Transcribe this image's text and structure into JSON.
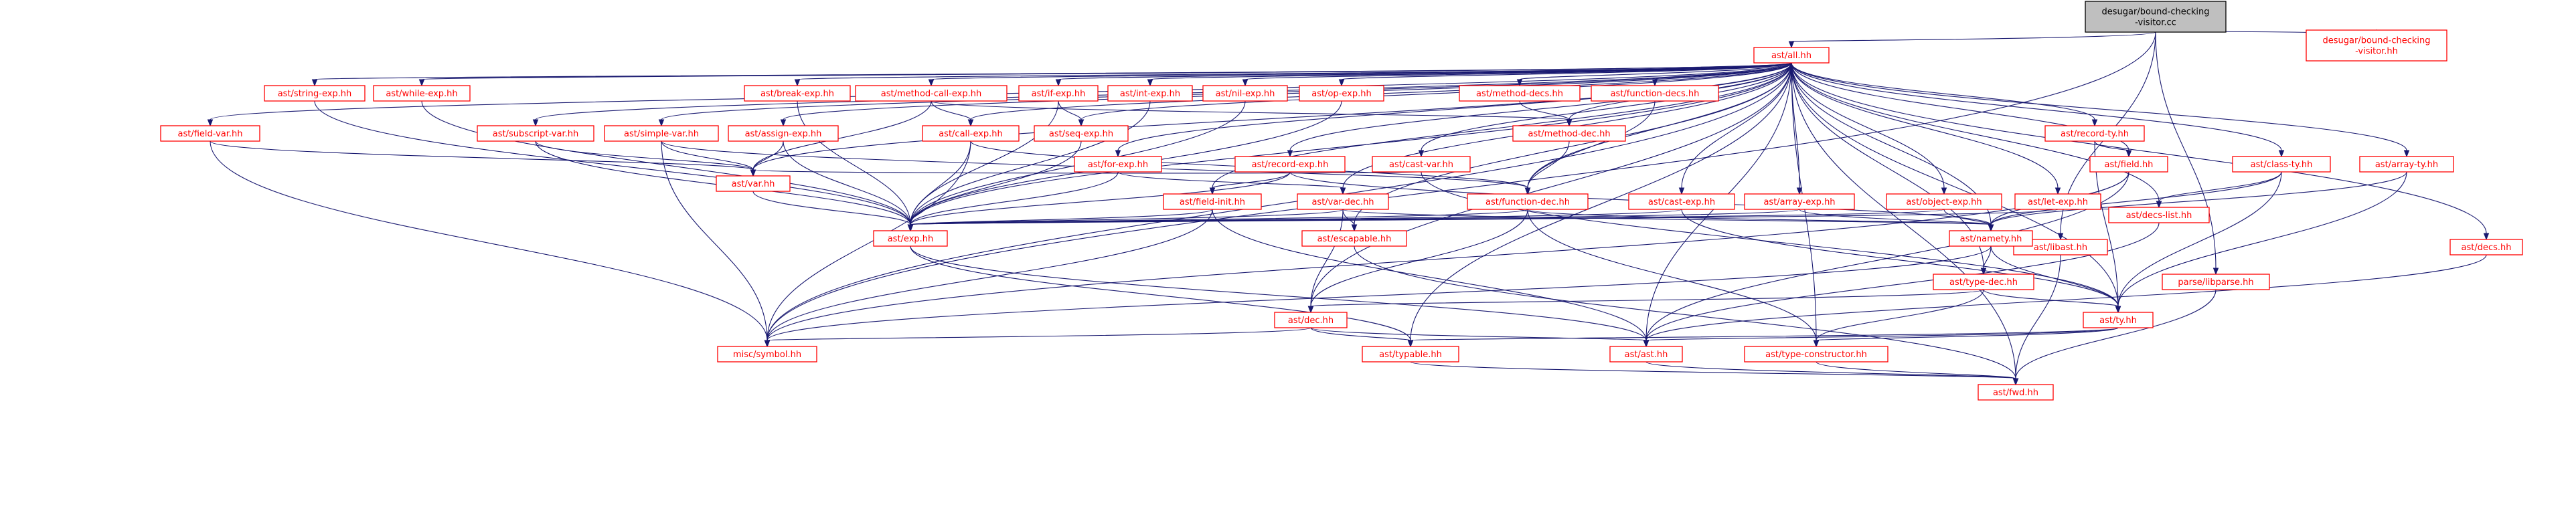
{
  "graph": {
    "nodes": [
      {
        "id": "root",
        "lines": [
          "desugar/bound-checking",
          "-visitor.cc"
        ],
        "root": true
      },
      {
        "id": "all",
        "lines": [
          "ast/all.hh"
        ]
      },
      {
        "id": "dbcv",
        "lines": [
          "desugar/bound-checking",
          "-visitor.hh"
        ]
      },
      {
        "id": "libast",
        "lines": [
          "ast/libast.hh"
        ]
      },
      {
        "id": "libparse",
        "lines": [
          "parse/libparse.hh"
        ]
      },
      {
        "id": "string_exp",
        "lines": [
          "ast/string-exp.hh"
        ]
      },
      {
        "id": "while_exp",
        "lines": [
          "ast/while-exp.hh"
        ]
      },
      {
        "id": "subscript_var",
        "lines": [
          "ast/subscript-var.hh"
        ]
      },
      {
        "id": "simple_var",
        "lines": [
          "ast/simple-var.hh"
        ]
      },
      {
        "id": "assign_exp",
        "lines": [
          "ast/assign-exp.hh"
        ]
      },
      {
        "id": "break_exp",
        "lines": [
          "ast/break-exp.hh"
        ]
      },
      {
        "id": "method_call_exp",
        "lines": [
          "ast/method-call-exp.hh"
        ]
      },
      {
        "id": "if_exp",
        "lines": [
          "ast/if-exp.hh"
        ]
      },
      {
        "id": "int_exp",
        "lines": [
          "ast/int-exp.hh"
        ]
      },
      {
        "id": "nil_exp",
        "lines": [
          "ast/nil-exp.hh"
        ]
      },
      {
        "id": "op_exp",
        "lines": [
          "ast/op-exp.hh"
        ]
      },
      {
        "id": "method_decs",
        "lines": [
          "ast/method-decs.hh"
        ]
      },
      {
        "id": "function_decs",
        "lines": [
          "ast/function-decs.hh"
        ]
      },
      {
        "id": "field_var",
        "lines": [
          "ast/field-var.hh"
        ]
      },
      {
        "id": "call_exp",
        "lines": [
          "ast/call-exp.hh"
        ]
      },
      {
        "id": "seq_exp",
        "lines": [
          "ast/seq-exp.hh"
        ]
      },
      {
        "id": "for_exp",
        "lines": [
          "ast/for-exp.hh"
        ]
      },
      {
        "id": "record_exp",
        "lines": [
          "ast/record-exp.hh"
        ]
      },
      {
        "id": "cast_var",
        "lines": [
          "ast/cast-var.hh"
        ]
      },
      {
        "id": "method_dec",
        "lines": [
          "ast/method-dec.hh"
        ]
      },
      {
        "id": "record_ty",
        "lines": [
          "ast/record-ty.hh"
        ]
      },
      {
        "id": "class_ty",
        "lines": [
          "ast/class-ty.hh"
        ]
      },
      {
        "id": "array_ty",
        "lines": [
          "ast/array-ty.hh"
        ]
      },
      {
        "id": "var",
        "lines": [
          "ast/var.hh"
        ]
      },
      {
        "id": "field_init",
        "lines": [
          "ast/field-init.hh"
        ]
      },
      {
        "id": "var_dec",
        "lines": [
          "ast/var-dec.hh"
        ]
      },
      {
        "id": "function_dec",
        "lines": [
          "ast/function-dec.hh"
        ]
      },
      {
        "id": "cast_exp",
        "lines": [
          "ast/cast-exp.hh"
        ]
      },
      {
        "id": "array_exp",
        "lines": [
          "ast/array-exp.hh"
        ]
      },
      {
        "id": "object_exp",
        "lines": [
          "ast/object-exp.hh"
        ]
      },
      {
        "id": "let_exp",
        "lines": [
          "ast/let-exp.hh"
        ]
      },
      {
        "id": "field",
        "lines": [
          "ast/field.hh"
        ]
      },
      {
        "id": "exp",
        "lines": [
          "ast/exp.hh"
        ]
      },
      {
        "id": "escapable",
        "lines": [
          "ast/escapable.hh"
        ]
      },
      {
        "id": "namety",
        "lines": [
          "ast/namety.hh"
        ]
      },
      {
        "id": "decs_list",
        "lines": [
          "ast/decs-list.hh"
        ]
      },
      {
        "id": "decs",
        "lines": [
          "ast/decs.hh"
        ]
      },
      {
        "id": "type_dec",
        "lines": [
          "ast/type-dec.hh"
        ]
      },
      {
        "id": "dec",
        "lines": [
          "ast/dec.hh"
        ]
      },
      {
        "id": "ty",
        "lines": [
          "ast/ty.hh"
        ]
      },
      {
        "id": "symbol",
        "lines": [
          "misc/symbol.hh"
        ]
      },
      {
        "id": "typable",
        "lines": [
          "ast/typable.hh"
        ]
      },
      {
        "id": "ast",
        "lines": [
          "ast/ast.hh"
        ]
      },
      {
        "id": "type_constructor",
        "lines": [
          "ast/type-constructor.hh"
        ]
      },
      {
        "id": "fwd",
        "lines": [
          "ast/fwd.hh"
        ]
      }
    ],
    "edges": [
      [
        "root",
        "all"
      ],
      [
        "root",
        "dbcv"
      ],
      [
        "root",
        "libast"
      ],
      [
        "root",
        "libparse"
      ],
      [
        "root",
        "symbol"
      ],
      [
        "all",
        "string_exp"
      ],
      [
        "all",
        "while_exp"
      ],
      [
        "all",
        "subscript_var"
      ],
      [
        "all",
        "simple_var"
      ],
      [
        "all",
        "assign_exp"
      ],
      [
        "all",
        "break_exp"
      ],
      [
        "all",
        "method_call_exp"
      ],
      [
        "all",
        "if_exp"
      ],
      [
        "all",
        "int_exp"
      ],
      [
        "all",
        "nil_exp"
      ],
      [
        "all",
        "op_exp"
      ],
      [
        "all",
        "method_decs"
      ],
      [
        "all",
        "function_decs"
      ],
      [
        "all",
        "field_var"
      ],
      [
        "all",
        "call_exp"
      ],
      [
        "all",
        "seq_exp"
      ],
      [
        "all",
        "for_exp"
      ],
      [
        "all",
        "record_exp"
      ],
      [
        "all",
        "cast_var"
      ],
      [
        "all",
        "method_dec"
      ],
      [
        "all",
        "record_ty"
      ],
      [
        "all",
        "class_ty"
      ],
      [
        "all",
        "array_ty"
      ],
      [
        "all",
        "var"
      ],
      [
        "all",
        "field_init"
      ],
      [
        "all",
        "var_dec"
      ],
      [
        "all",
        "function_dec"
      ],
      [
        "all",
        "cast_exp"
      ],
      [
        "all",
        "array_exp"
      ],
      [
        "all",
        "object_exp"
      ],
      [
        "all",
        "let_exp"
      ],
      [
        "all",
        "field"
      ],
      [
        "all",
        "exp"
      ],
      [
        "all",
        "escapable"
      ],
      [
        "all",
        "namety"
      ],
      [
        "all",
        "decs_list"
      ],
      [
        "all",
        "decs"
      ],
      [
        "all",
        "type_dec"
      ],
      [
        "all",
        "dec"
      ],
      [
        "all",
        "ty"
      ],
      [
        "all",
        "symbol"
      ],
      [
        "all",
        "typable"
      ],
      [
        "all",
        "ast"
      ],
      [
        "all",
        "type_constructor"
      ],
      [
        "all",
        "fwd"
      ],
      [
        "string_exp",
        "exp"
      ],
      [
        "while_exp",
        "exp"
      ],
      [
        "subscript_var",
        "var"
      ],
      [
        "subscript_var",
        "exp"
      ],
      [
        "simple_var",
        "var"
      ],
      [
        "simple_var",
        "symbol"
      ],
      [
        "simple_var",
        "function_dec"
      ],
      [
        "assign_exp",
        "var"
      ],
      [
        "assign_exp",
        "exp"
      ],
      [
        "break_exp",
        "exp"
      ],
      [
        "method_call_exp",
        "call_exp"
      ],
      [
        "method_call_exp",
        "method_dec"
      ],
      [
        "method_call_exp",
        "var"
      ],
      [
        "if_exp",
        "seq_exp"
      ],
      [
        "if_exp",
        "exp"
      ],
      [
        "int_exp",
        "exp"
      ],
      [
        "nil_exp",
        "exp"
      ],
      [
        "op_exp",
        "exp"
      ],
      [
        "method_decs",
        "method_dec"
      ],
      [
        "function_decs",
        "function_dec"
      ],
      [
        "field_var",
        "var"
      ],
      [
        "field_var",
        "symbol"
      ],
      [
        "call_exp",
        "exp"
      ],
      [
        "call_exp",
        "function_dec"
      ],
      [
        "call_exp",
        "symbol"
      ],
      [
        "seq_exp",
        "exp"
      ],
      [
        "for_exp",
        "var_dec"
      ],
      [
        "for_exp",
        "exp"
      ],
      [
        "record_exp",
        "field_init"
      ],
      [
        "record_exp",
        "exp"
      ],
      [
        "record_exp",
        "namety"
      ],
      [
        "cast_var",
        "var"
      ],
      [
        "cast_var",
        "ty"
      ],
      [
        "method_dec",
        "function_dec"
      ],
      [
        "record_ty",
        "field"
      ],
      [
        "record_ty",
        "ty"
      ],
      [
        "class_ty",
        "namety"
      ],
      [
        "class_ty",
        "decs_list"
      ],
      [
        "class_ty",
        "ty"
      ],
      [
        "array_ty",
        "namety"
      ],
      [
        "array_ty",
        "ty"
      ],
      [
        "var",
        "exp"
      ],
      [
        "field_init",
        "exp"
      ],
      [
        "field_init",
        "symbol"
      ],
      [
        "field_init",
        "ast"
      ],
      [
        "var_dec",
        "exp"
      ],
      [
        "var_dec",
        "escapable"
      ],
      [
        "var_dec",
        "namety"
      ],
      [
        "var_dec",
        "dec"
      ],
      [
        "function_dec",
        "exp"
      ],
      [
        "function_dec",
        "namety"
      ],
      [
        "function_dec",
        "dec"
      ],
      [
        "function_dec",
        "type_constructor"
      ],
      [
        "cast_exp",
        "exp"
      ],
      [
        "cast_exp",
        "ty"
      ],
      [
        "array_exp",
        "exp"
      ],
      [
        "array_exp",
        "namety"
      ],
      [
        "object_exp",
        "exp"
      ],
      [
        "object_exp",
        "namety"
      ],
      [
        "let_exp",
        "decs_list"
      ],
      [
        "let_exp",
        "exp"
      ],
      [
        "field",
        "namety"
      ],
      [
        "field",
        "symbol"
      ],
      [
        "field",
        "ast"
      ],
      [
        "exp",
        "typable"
      ],
      [
        "exp",
        "ast"
      ],
      [
        "escapable",
        "fwd"
      ],
      [
        "namety",
        "type_dec"
      ],
      [
        "namety",
        "ty"
      ],
      [
        "namety",
        "symbol"
      ],
      [
        "decs_list",
        "ast"
      ],
      [
        "decs",
        "ast"
      ],
      [
        "type_dec",
        "dec"
      ],
      [
        "type_dec",
        "ty"
      ],
      [
        "type_dec",
        "type_constructor"
      ],
      [
        "dec",
        "typable"
      ],
      [
        "dec",
        "ast"
      ],
      [
        "dec",
        "symbol"
      ],
      [
        "ty",
        "typable"
      ],
      [
        "ty",
        "type_constructor"
      ],
      [
        "ty",
        "ast"
      ],
      [
        "typable",
        "fwd"
      ],
      [
        "ast",
        "fwd"
      ],
      [
        "type_constructor",
        "fwd"
      ],
      [
        "libast",
        "fwd"
      ],
      [
        "libparse",
        "fwd"
      ]
    ]
  }
}
